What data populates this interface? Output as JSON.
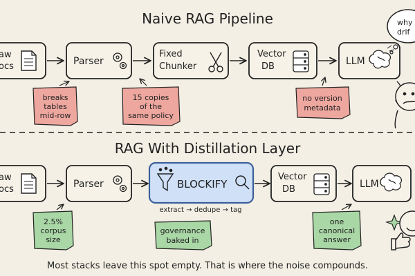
{
  "naive": {
    "title": "Naive RAG Pipeline",
    "nodes": {
      "raw_docs": {
        "line1": "aw",
        "line2": "ocs"
      },
      "parser": {
        "label": "Parser"
      },
      "chunker": {
        "line1": "Fixed",
        "line2": "Chunker"
      },
      "vector_db": {
        "line1": "Vector",
        "line2": "DB"
      },
      "llm": {
        "label": "LLM"
      }
    },
    "notes": {
      "tables": {
        "lines": [
          "breaks",
          "tables",
          "mid-row"
        ]
      },
      "copies": {
        "lines": [
          "15 copies",
          "of the",
          "same policy"
        ]
      },
      "version": {
        "lines": [
          "no version",
          "metadata"
        ]
      }
    },
    "bubble": {
      "line1": "why",
      "line2": "drif"
    }
  },
  "distilled": {
    "title": "RAG With Distillation Layer",
    "nodes": {
      "raw_docs": {
        "line1": "aw",
        "line2": "ocs"
      },
      "parser": {
        "label": "Parser"
      },
      "blockify": {
        "label": "BLOCKIFY"
      },
      "vector_db": {
        "line1": "Vector",
        "line2": "DB"
      },
      "llm": {
        "label": "LLM"
      }
    },
    "subcaption": "extract → dedupe → tag",
    "notes": {
      "corpus": {
        "lines": [
          "2.5%",
          "corpus",
          "size"
        ]
      },
      "governance": {
        "lines": [
          "governance",
          "baked in"
        ]
      },
      "canonical": {
        "lines": [
          "one",
          "canonical",
          "answer"
        ]
      }
    }
  },
  "footer": "Most stacks leave this spot empty. That is where the noise compounds.",
  "colors": {
    "background": "#f3efe4",
    "box_fill": "#f6f2e7",
    "stroke": "#222222",
    "note_red": "#eea79f",
    "note_green": "#a9d7a6",
    "blockify_fill": "#cfe0f7",
    "blockify_stroke": "#3b5f9a"
  },
  "icons": [
    "document-icon",
    "gear-icon",
    "scissors-icon",
    "database-icon",
    "brain-icon",
    "funnel-icon",
    "magnifier-icon",
    "sparkle-icon",
    "thumbs-up-icon",
    "confused-face-icon"
  ]
}
